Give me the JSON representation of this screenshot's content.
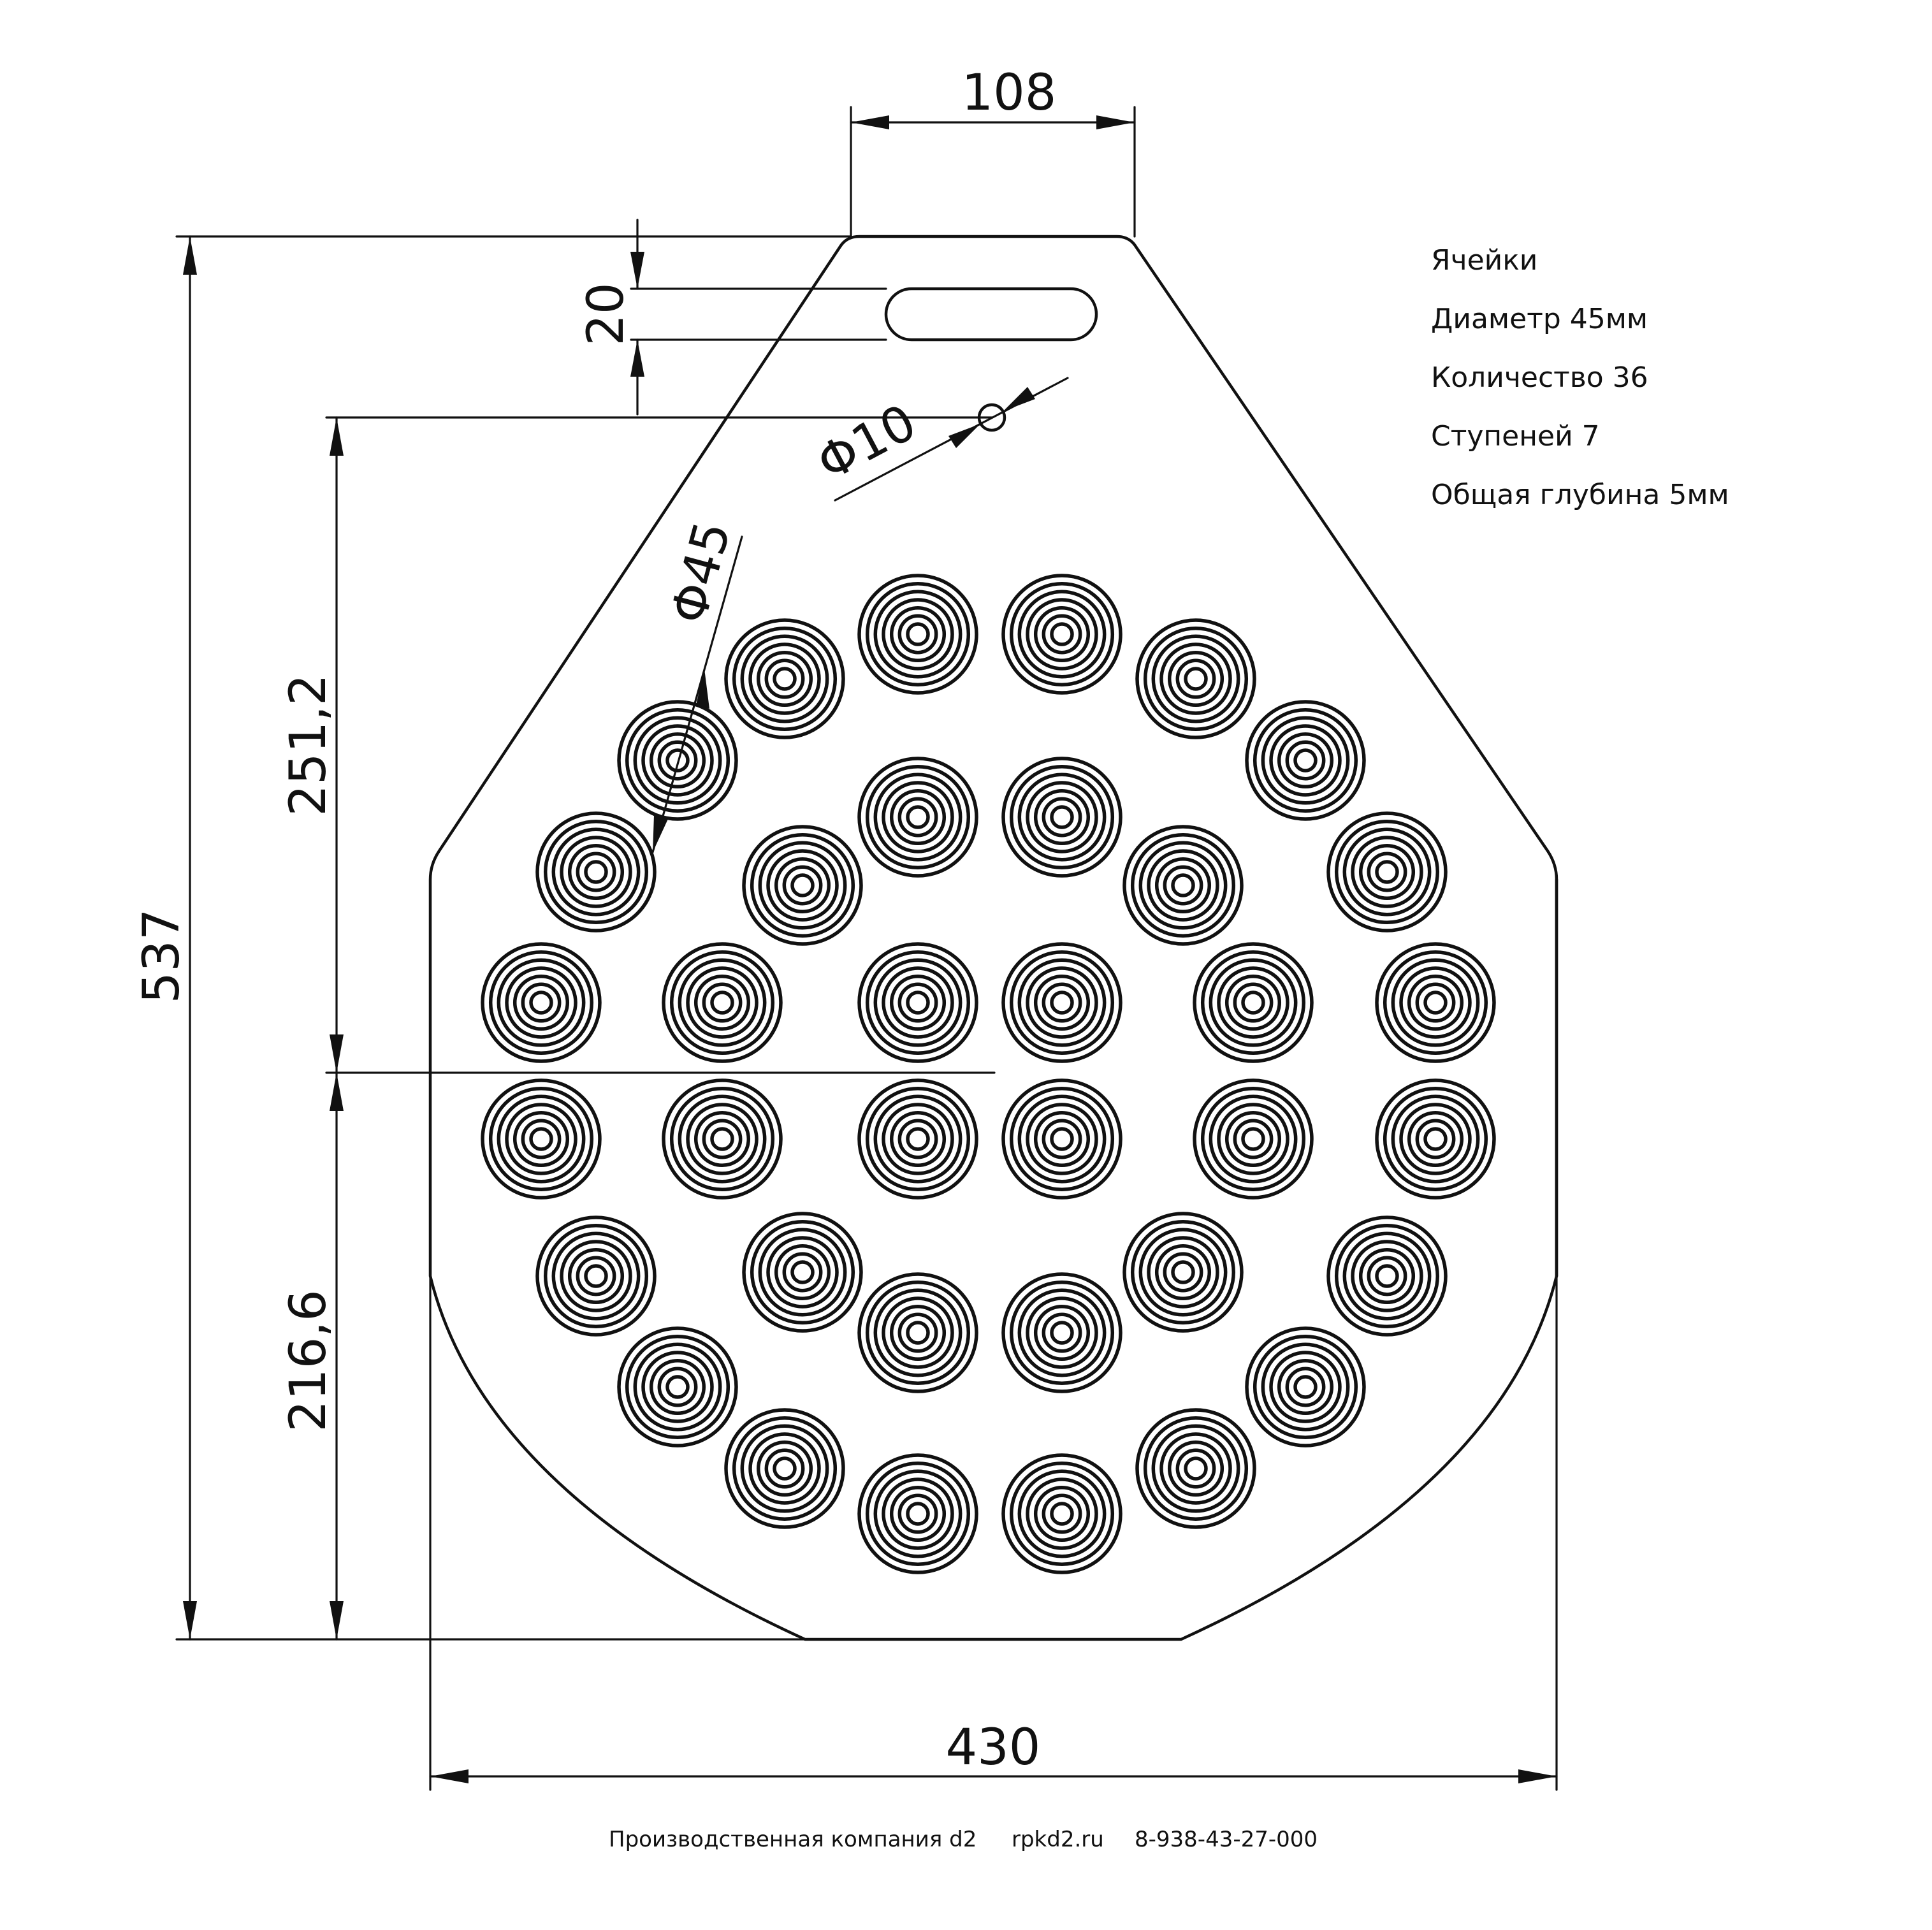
{
  "dimensions": {
    "top_width": "108",
    "slot_height": "20",
    "hole_diameter": "Φ10",
    "cell_diameter": "Φ45",
    "total_height": "537",
    "upper_height": "251,2",
    "lower_height": "216,6",
    "total_width": "430"
  },
  "specs": {
    "title": "Ячейки",
    "diameter": "Диаметр 45мм",
    "count": "Количество 36",
    "steps": "Ступеней 7",
    "depth": "Общая глубина 5мм"
  },
  "footer": {
    "company": "Производственная компания d2",
    "site": "rpkd2.ru",
    "phone": "8-938-43-27-000"
  },
  "cells": {
    "count": 36,
    "rings_per_cell": 7
  }
}
